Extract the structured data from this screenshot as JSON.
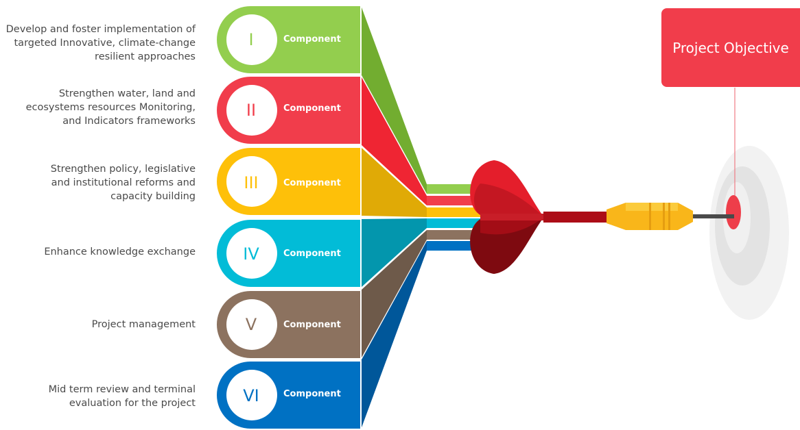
{
  "objective": {
    "label": "Project Objective",
    "color": "#F13D4B"
  },
  "components": [
    {
      "numeral": "I",
      "label": "Component",
      "description": [
        "Develop and foster implementation of",
        "targeted Innovative, climate-change",
        "resilient approaches"
      ],
      "color": "#93CE4E",
      "dark": "#72AD30"
    },
    {
      "numeral": "II",
      "label": "Component",
      "description": [
        "Strengthen water, land and",
        "ecosystems resources Monitoring,",
        "and Indicators frameworks"
      ],
      "color": "#F13D4B",
      "dark": "#EF2533"
    },
    {
      "numeral": "III",
      "label": "Component",
      "description": [
        "Strengthen policy, legislative",
        "and institutional reforms and",
        "capacity building"
      ],
      "color": "#FEC009",
      "dark": "#E0AA06"
    },
    {
      "numeral": "IV",
      "label": "Component",
      "description": [
        "Enhance knowledge exchange"
      ],
      "color": "#02BCD7",
      "dark": "#0396AD"
    },
    {
      "numeral": "V",
      "label": "Component",
      "description": [
        "Project management"
      ],
      "color": "#8C725F",
      "dark": "#6E5A4A"
    },
    {
      "numeral": "VI",
      "label": "Component",
      "description": [
        "Mid term review and terminal",
        "evaluation for the project"
      ],
      "color": "#0071C3",
      "dark": "#00579A"
    }
  ]
}
